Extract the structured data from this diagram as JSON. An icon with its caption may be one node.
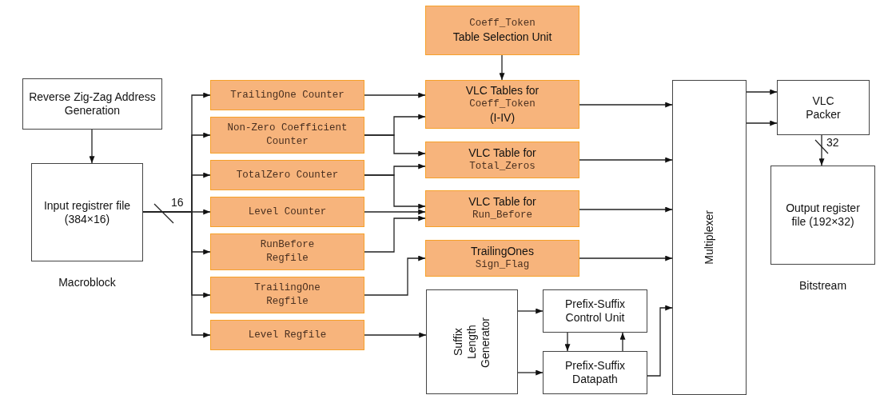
{
  "diagram": {
    "nodes": [
      {
        "text": [
          "Reverse Zig-Zag Address Generation"
        ]
      },
      {
        "text": [
          "Input registrer file (384×16)"
        ],
        "beside": [
          "Macroblock"
        ]
      },
      {
        "text": [
          "TrailingOne Counter"
        ]
      },
      {
        "text": [
          "Non-Zero Coefficient Counter"
        ]
      },
      {
        "text": [
          "TotalZero Counter"
        ]
      },
      {
        "text": [
          "Level Counter"
        ]
      },
      {
        "text": [
          "RunBefore Regfile"
        ]
      },
      {
        "text": [
          "TrailingOne Regfile"
        ]
      },
      {
        "text": [
          "Level Regfile"
        ]
      },
      {
        "text": [
          "Coeff_Token",
          "Table Selection Unit"
        ]
      },
      {
        "text": [
          "VLC Tables for",
          "Coeff_Token",
          "(I-IV)"
        ]
      },
      {
        "text": [
          "VLC Table for",
          "Total_Zeros"
        ]
      },
      {
        "text": [
          "VLC Table for",
          "Run_Before"
        ]
      },
      {
        "text": [
          "TrailingOnes",
          "Sign_Flag"
        ]
      },
      {
        "text": [
          "Suffix Length Generator"
        ]
      },
      {
        "text": [
          "Prefix-Suffix Control Unit"
        ]
      },
      {
        "text": [
          "Prefix-Suffix Datapath"
        ]
      },
      {
        "text": [
          "Multiplexer"
        ]
      },
      {
        "text": [
          "VLC Packer"
        ]
      },
      {
        "text": [
          "Output register file (192×32)"
        ],
        "beside": [
          "Bitstream"
        ]
      }
    ],
    "edges": [
      {
        "from": 0,
        "to": 1,
        "arrow": "to"
      },
      {
        "from": 1,
        "to": 2,
        "arrow": "to"
      },
      {
        "from": 1,
        "to": 3,
        "arrow": "to"
      },
      {
        "from": 1,
        "to": 4,
        "arrow": "to"
      },
      {
        "from": 1,
        "to": 5,
        "arrow": "to",
        "label": "16"
      },
      {
        "from": 1,
        "to": 6,
        "arrow": "to"
      },
      {
        "from": 1,
        "to": 7,
        "arrow": "to"
      },
      {
        "from": 1,
        "to": 8,
        "arrow": "to"
      },
      {
        "from": 2,
        "to": 10,
        "arrow": "to"
      },
      {
        "from": 3,
        "to": 10,
        "arrow": "to"
      },
      {
        "from": 3,
        "to": 11,
        "arrow": "to"
      },
      {
        "from": 4,
        "to": 11,
        "arrow": "to"
      },
      {
        "from": 4,
        "to": 12,
        "arrow": "to"
      },
      {
        "from": 5,
        "to": 12,
        "arrow": "to"
      },
      {
        "from": 6,
        "to": 12,
        "arrow": "to"
      },
      {
        "from": 7,
        "to": 13,
        "arrow": "to"
      },
      {
        "from": 8,
        "to": 14,
        "arrow": "to"
      },
      {
        "from": 9,
        "to": 10,
        "arrow": "to"
      },
      {
        "from": 10,
        "to": 17,
        "arrow": "to"
      },
      {
        "from": 11,
        "to": 17,
        "arrow": "to"
      },
      {
        "from": 12,
        "to": 17,
        "arrow": "to"
      },
      {
        "from": 13,
        "to": 17,
        "arrow": "to"
      },
      {
        "from": 14,
        "to": 15,
        "arrow": "to"
      },
      {
        "from": 14,
        "to": 16,
        "arrow": "to"
      },
      {
        "from": 15,
        "to": 16,
        "arrow": "to"
      },
      {
        "from": 16,
        "to": 15,
        "arrow": "to"
      },
      {
        "from": 16,
        "to": 17,
        "arrow": "to"
      },
      {
        "from": 17,
        "to": 18,
        "arrow": "to"
      },
      {
        "from": 17,
        "to": 18,
        "arrow": "to"
      },
      {
        "from": 18,
        "to": 19,
        "arrow": "to",
        "label": "32"
      }
    ]
  }
}
